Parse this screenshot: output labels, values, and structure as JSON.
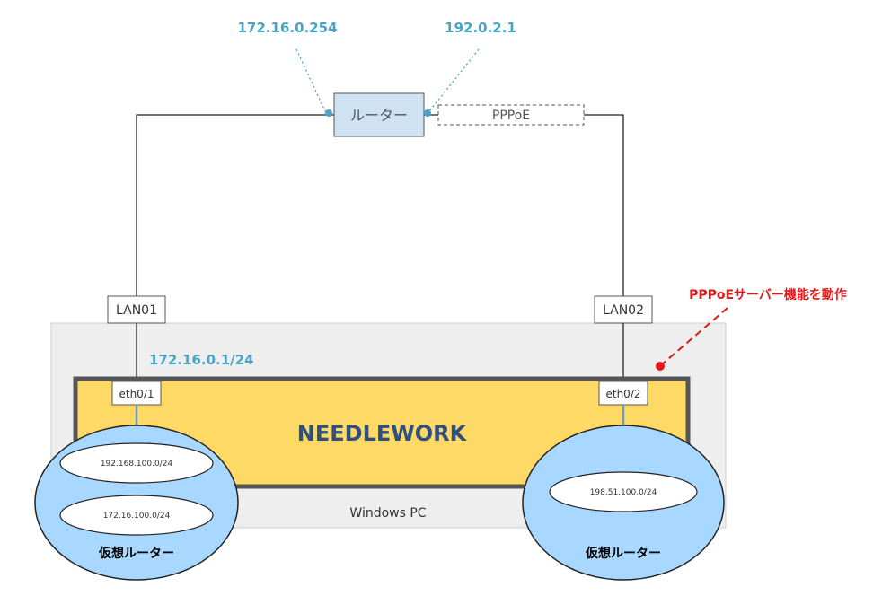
{
  "router": {
    "label": "ルーター",
    "ip_left": "172.16.0.254",
    "ip_right": "192.0.2.1"
  },
  "pppoe_label": "PPPoE",
  "lan01": "LAN01",
  "lan02": "LAN02",
  "pppoe_server_note": "PPPoEサーバー機能を動作",
  "net_ip": "172.16.0.1/24",
  "eth01": "eth0/1",
  "eth02": "eth0/2",
  "needlework": "NEEDLEWORK",
  "windows_pc": "Windows PC",
  "vrouter_left": {
    "label": "仮想ルーター",
    "networks": [
      "192.168.100.0/24",
      "172.16.100.0/24"
    ]
  },
  "vrouter_right": {
    "label": "仮想ルーター",
    "networks": [
      "198.51.100.0/24"
    ]
  },
  "colors": {
    "ip_blue": "#4aa3c3",
    "router_fill": "#cfe2f3",
    "needlework_fill": "#ffd966",
    "vrouter_fill": "#a8d8ff",
    "alert_red": "#e01818",
    "pc_bg": "#eeeeee"
  }
}
